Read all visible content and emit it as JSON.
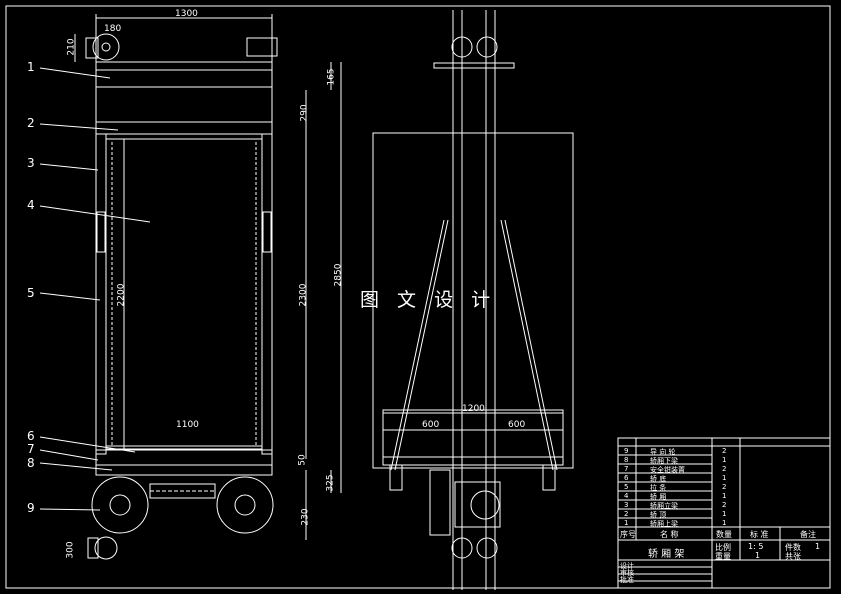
{
  "watermark": "图 文 设 计",
  "front_view": {
    "dims": {
      "top_width": "1300",
      "top_left": "180",
      "left_height_top": "210",
      "inner_width": "1100",
      "h2200": "2200",
      "h2300": "2300",
      "h2850": "2850",
      "d290": "290",
      "d165": "165",
      "d50": "50",
      "d325": "325",
      "d230": "230",
      "bottom_left": "300"
    },
    "part_labels": [
      "1",
      "2",
      "3",
      "4",
      "5",
      "6",
      "7",
      "8",
      "9"
    ]
  },
  "side_view": {
    "dims": {
      "total": "1200",
      "left": "600",
      "right": "600"
    }
  },
  "bom": {
    "rows": [
      {
        "no": "9",
        "name": "导 向 轮",
        "qty": "2"
      },
      {
        "no": "8",
        "name": "轿厢下梁",
        "qty": "1"
      },
      {
        "no": "7",
        "name": "安全钳装置",
        "qty": "2"
      },
      {
        "no": "6",
        "name": "轿  底",
        "qty": "1"
      },
      {
        "no": "5",
        "name": "拉  条",
        "qty": "2"
      },
      {
        "no": "4",
        "name": "轿  厢",
        "qty": "1"
      },
      {
        "no": "3",
        "name": "轿厢立梁",
        "qty": "2"
      },
      {
        "no": "2",
        "name": "轿  顶",
        "qty": "1"
      },
      {
        "no": "1",
        "name": "轿厢上梁",
        "qty": "1"
      }
    ],
    "header": {
      "no": "序号",
      "name": "名  称",
      "qty": "数量",
      "std": "标  准",
      "remark": "备注"
    }
  },
  "title_block": {
    "title": "轿 厢 架",
    "scale_label": "比例",
    "scale": "1: 5",
    "material_label": "件数",
    "material": "1",
    "weight_label": "重量",
    "weight": "1",
    "sheet_label": "共张",
    "designer": "设计",
    "checker": "审核",
    "approver": "批准"
  }
}
